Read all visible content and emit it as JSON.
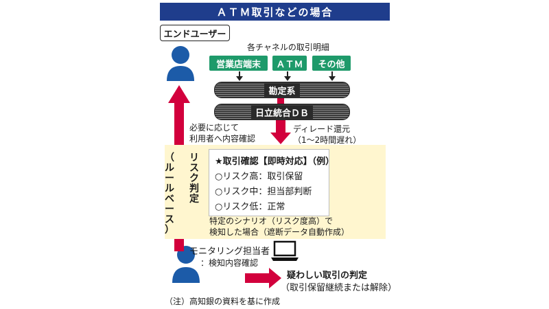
{
  "title": "ＡＴＭ取引などの場合",
  "end_user": "エンドユーザー",
  "channels": {
    "heading": "各チャネルの取引明細",
    "items": [
      "営業店端末",
      "ＡＴＭ",
      "その他"
    ]
  },
  "systems": {
    "accounting": "勘定系",
    "database": "日立統合ＤＢ"
  },
  "feedback_note": [
    "必要に応じて",
    "利用者へ内容確認"
  ],
  "delay_note": [
    "ディレード還元",
    "（1～2時間遅れ）"
  ],
  "risk_label": [
    "リ",
    "ス",
    "ク",
    "判",
    "定"
  ],
  "risk_label_sub": [
    "（",
    "ル",
    "ー",
    "ル",
    "ベ",
    "ー",
    "ス",
    "）"
  ],
  "rule": {
    "heading": "★取引確認【即時対応】（例）",
    "items": [
      "○リスク高：取引保留",
      "○リスク中：担当部判断",
      "○リスク低：正常"
    ]
  },
  "scenario_note": [
    "特定のシナリオ（リスク度高）で",
    "検知した場合（遮断データ自動作成）"
  ],
  "monitor": {
    "label": "モニタリング担当者",
    "action": "：検知内容確認"
  },
  "judgement": {
    "label": "疑わしい取引の判定",
    "detail": "（取引保留継続または解除）"
  },
  "note": "（注）高知銀の資料を基に作成",
  "colors": {
    "title_bg": "#1f3d8c",
    "channel": "#1e9a6a",
    "arrow": "#d2003c",
    "person": "#1c5ba8",
    "panel": "#fff6cf"
  },
  "icons": [
    "user-icon",
    "gavel-icon",
    "laptop-icon"
  ]
}
